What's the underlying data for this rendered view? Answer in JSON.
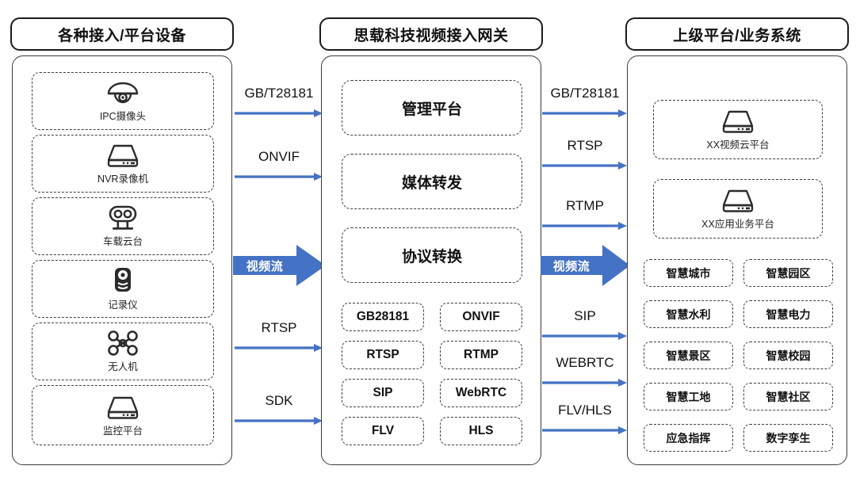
{
  "diagram": {
    "accent_blue": "#4472c4",
    "line_dark": "#3a3a3a",
    "background": "#ffffff"
  },
  "columns": {
    "left": {
      "header": "各种接入/平台设备",
      "devices": [
        {
          "label": "IPC摄像头",
          "icon": "dome-camera-icon"
        },
        {
          "label": "NVR录像机",
          "icon": "nvr-recorder-icon"
        },
        {
          "label": "车载云台",
          "icon": "vehicle-ptz-icon"
        },
        {
          "label": "记录仪",
          "icon": "body-recorder-icon"
        },
        {
          "label": "无人机",
          "icon": "drone-icon"
        },
        {
          "label": "监控平台",
          "icon": "server-platform-icon"
        }
      ]
    },
    "middle": {
      "header": "思载科技视频接入网关",
      "features": [
        "管理平台",
        "媒体转发",
        "协议转换"
      ],
      "protocols": [
        "GB28181",
        "ONVIF",
        "RTSP",
        "RTMP",
        "SIP",
        "WebRTC",
        "FLV",
        "HLS"
      ]
    },
    "right": {
      "header": "上级平台/业务系统",
      "platforms": [
        {
          "label": "XX视频云平台",
          "icon": "server-platform-icon"
        },
        {
          "label": "XX应用业务平台",
          "icon": "server-platform-icon"
        }
      ],
      "scenarios": [
        "智慧城市",
        "智慧园区",
        "智慧水利",
        "智慧电力",
        "智慧景区",
        "智慧校园",
        "智慧工地",
        "智慧社区",
        "应急指挥",
        "数字孪生"
      ]
    }
  },
  "flows": {
    "ingress": [
      {
        "label": "GB/T28181",
        "style": "thin"
      },
      {
        "label": "ONVIF",
        "style": "thin"
      },
      {
        "label": "视频流",
        "style": "thick"
      },
      {
        "label": "RTSP",
        "style": "thin"
      },
      {
        "label": "SDK",
        "style": "thin"
      }
    ],
    "egress": [
      {
        "label": "GB/T28181",
        "style": "thin"
      },
      {
        "label": "RTSP",
        "style": "thin"
      },
      {
        "label": "RTMP",
        "style": "thin"
      },
      {
        "label": "视频流",
        "style": "thick"
      },
      {
        "label": "SIP",
        "style": "thin"
      },
      {
        "label": "WEBRTC",
        "style": "thin"
      },
      {
        "label": "FLV/HLS",
        "style": "thin"
      }
    ]
  }
}
